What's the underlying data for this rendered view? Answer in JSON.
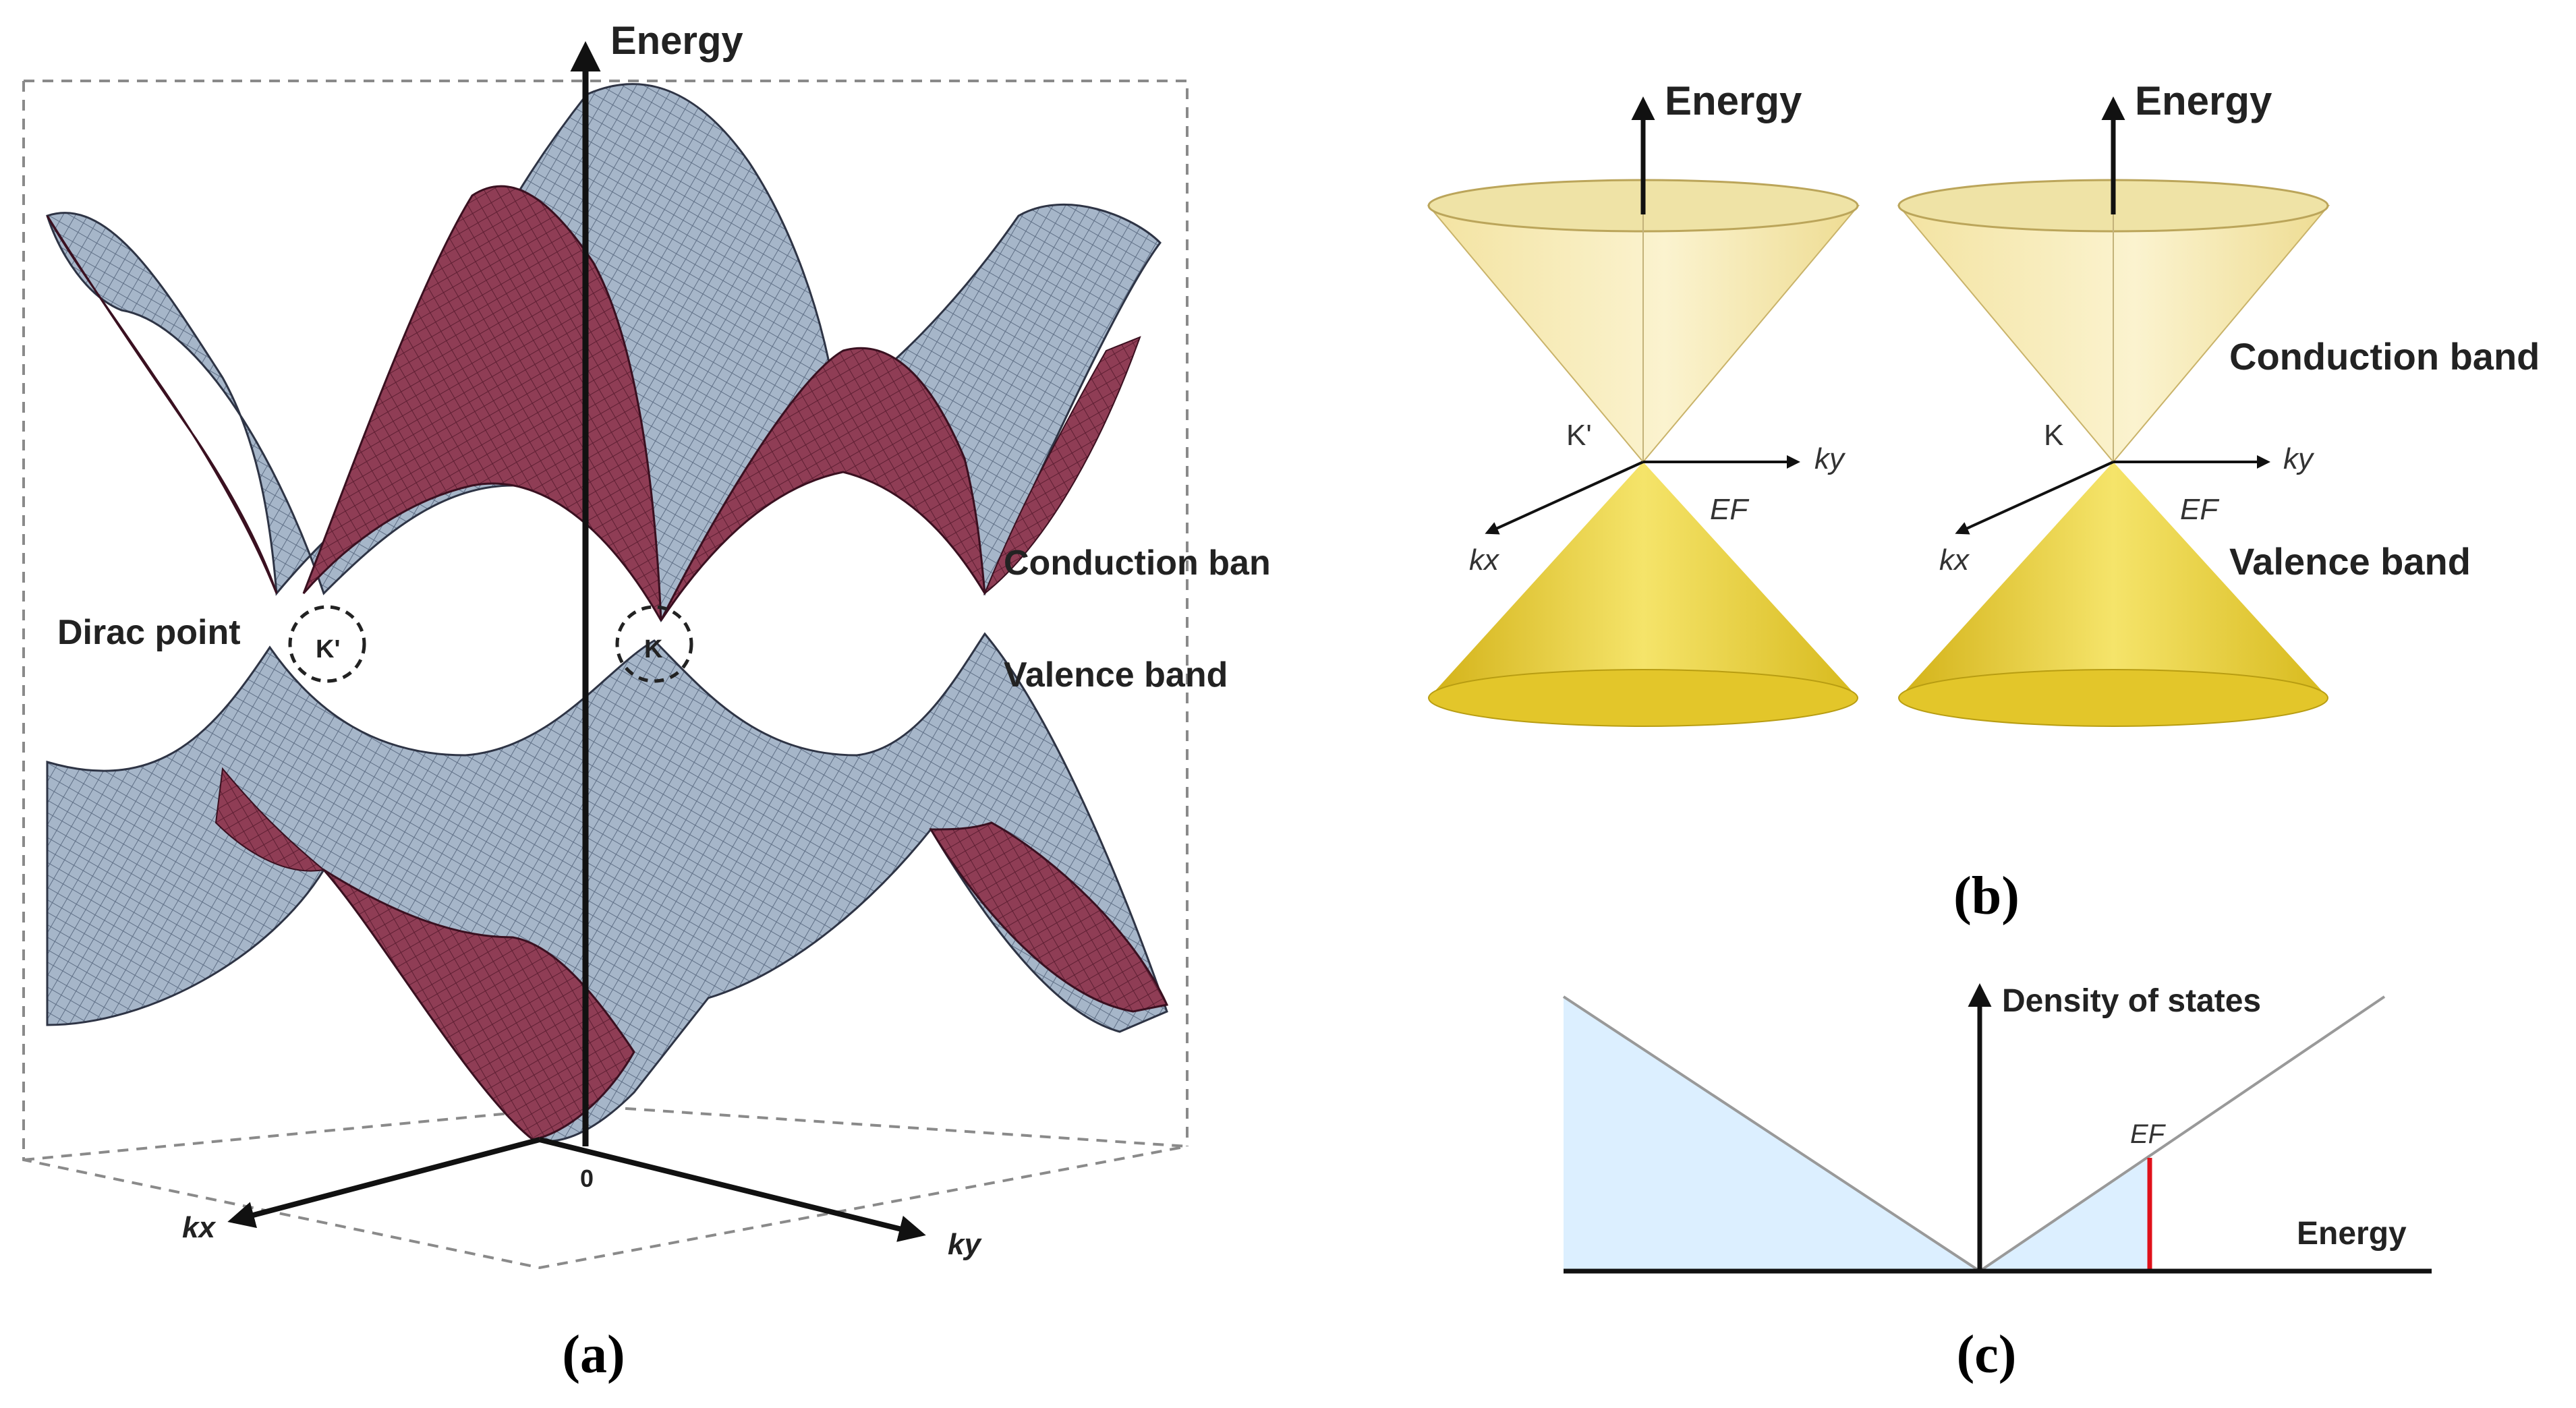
{
  "panel_a": {
    "caption": "(a)",
    "axis_energy": "Energy",
    "axis_kx": "kx",
    "axis_ky": "ky",
    "origin": "0",
    "label_conduction": "Conduction ban",
    "label_valence": "Valence band",
    "label_dirac": "Dirac point",
    "point_kprime": "K'",
    "point_k": "K"
  },
  "panel_b": {
    "caption": "(b)",
    "left_cone": {
      "energy": "Energy",
      "point": "K'",
      "ky": "ky",
      "kx": "kx",
      "ef": "EF"
    },
    "right_cone": {
      "energy": "Energy",
      "point": "K",
      "ky": "ky",
      "kx": "kx",
      "ef": "EF"
    },
    "label_conduction": "Conduction band",
    "label_valence": "Valence band"
  },
  "panel_c": {
    "caption": "(c)",
    "axis_y": "Density of states",
    "axis_x": "Energy",
    "ef": "EF"
  },
  "colors": {
    "surface_red": "#8e3a52",
    "surface_blue": "#9fb0c6",
    "cone_light": "#f6e9a6",
    "cone_dark": "#e0c21c",
    "dos_fill": "#dcefff",
    "fermi_line": "#e0101a"
  }
}
